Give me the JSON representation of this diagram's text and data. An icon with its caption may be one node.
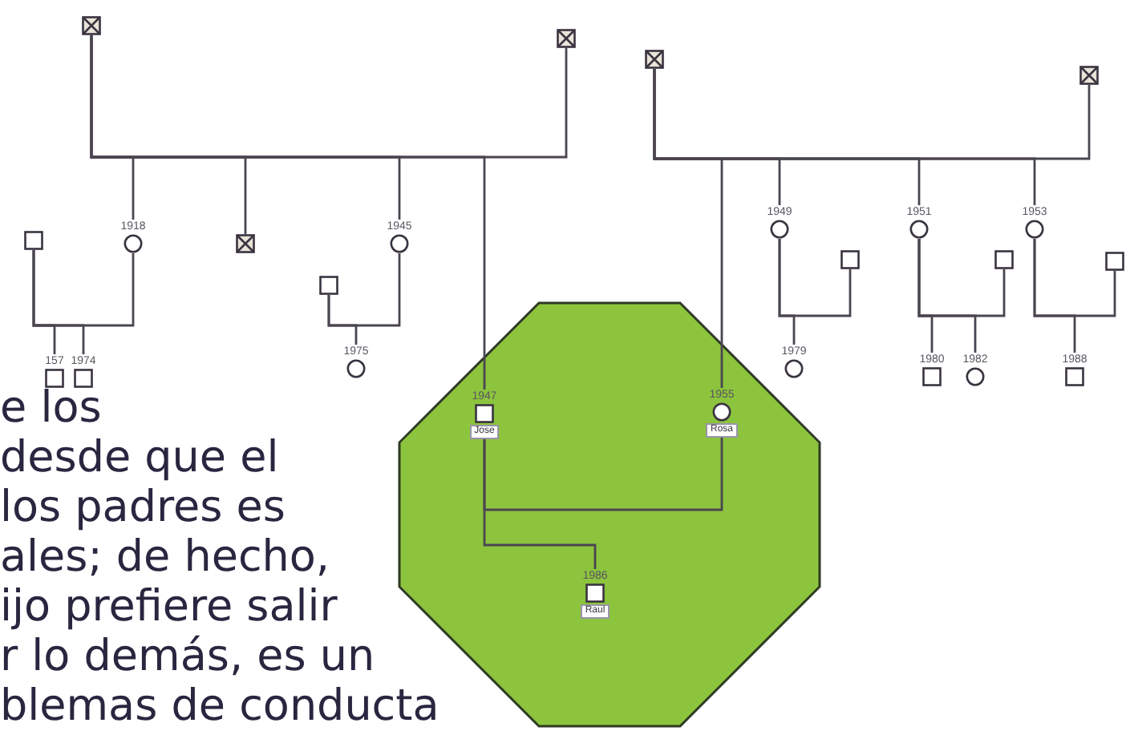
{
  "diagram": {
    "nodes": [
      {
        "text": [],
        "shape": "crossbox"
      },
      {
        "text": [],
        "shape": "crossbox"
      },
      {
        "text": [],
        "shape": "circle",
        "beside": [
          "1918"
        ]
      },
      {
        "text": [],
        "shape": "crossbox"
      },
      {
        "text": [],
        "shape": "circle",
        "beside": [
          "1945"
        ]
      },
      {
        "text": [],
        "shape": "box"
      },
      {
        "text": [],
        "shape": "box",
        "beside": [
          "157"
        ]
      },
      {
        "text": [],
        "shape": "box",
        "beside": [
          "1974"
        ]
      },
      {
        "text": [],
        "shape": "box"
      },
      {
        "text": [],
        "shape": "circle",
        "beside": [
          "1975"
        ]
      },
      {
        "text": [],
        "shape": "crossbox"
      },
      {
        "text": [],
        "shape": "crossbox"
      },
      {
        "text": [],
        "shape": "circle",
        "beside": [
          "1949"
        ]
      },
      {
        "text": [],
        "shape": "circle",
        "beside": [
          "1951"
        ]
      },
      {
        "text": [],
        "shape": "circle",
        "beside": [
          "1953"
        ]
      },
      {
        "text": [],
        "shape": "box"
      },
      {
        "text": [],
        "shape": "box"
      },
      {
        "text": [],
        "shape": "box"
      },
      {
        "text": [],
        "shape": "circle",
        "beside": [
          "1979"
        ]
      },
      {
        "text": [],
        "shape": "box",
        "beside": [
          "1980"
        ]
      },
      {
        "text": [],
        "shape": "circle",
        "beside": [
          "1982"
        ]
      },
      {
        "text": [],
        "shape": "box",
        "beside": [
          "1988"
        ]
      },
      {
        "text": [],
        "shape": "octagon"
      },
      {
        "text": [
          "Jose"
        ],
        "beside": [
          "1947"
        ],
        "in": 22
      },
      {
        "text": [
          "Rosa"
        ],
        "beside": [
          "1955"
        ],
        "in": 22
      },
      {
        "text": [
          "Raul"
        ],
        "beside": [
          "1986"
        ],
        "in": 22
      }
    ],
    "edges": [
      {
        "from": 0,
        "to": 1,
        "arrow": "none"
      },
      {
        "from": 0,
        "to": 2,
        "arrow": "none"
      },
      {
        "from": 0,
        "to": 3,
        "arrow": "none"
      },
      {
        "from": 0,
        "to": 4,
        "arrow": "none"
      },
      {
        "from": 0,
        "to": 23,
        "arrow": "none"
      },
      {
        "from": 5,
        "to": 2,
        "arrow": "none"
      },
      {
        "from": 5,
        "to": 6,
        "arrow": "none"
      },
      {
        "from": 5,
        "to": 7,
        "arrow": "none"
      },
      {
        "from": 8,
        "to": 4,
        "arrow": "none"
      },
      {
        "from": 8,
        "to": 9,
        "arrow": "none"
      },
      {
        "from": 10,
        "to": 11,
        "arrow": "none"
      },
      {
        "from": 10,
        "to": 24,
        "arrow": "none"
      },
      {
        "from": 10,
        "to": 12,
        "arrow": "none"
      },
      {
        "from": 10,
        "to": 13,
        "arrow": "none"
      },
      {
        "from": 10,
        "to": 14,
        "arrow": "none"
      },
      {
        "from": 12,
        "to": 15,
        "arrow": "none"
      },
      {
        "from": 12,
        "to": 18,
        "arrow": "none"
      },
      {
        "from": 13,
        "to": 16,
        "arrow": "none"
      },
      {
        "from": 13,
        "to": 19,
        "arrow": "none"
      },
      {
        "from": 13,
        "to": 20,
        "arrow": "none"
      },
      {
        "from": 14,
        "to": 17,
        "arrow": "none"
      },
      {
        "from": 14,
        "to": 21,
        "arrow": "none"
      },
      {
        "from": 23,
        "to": 24,
        "arrow": "none"
      },
      {
        "from": 23,
        "to": 25,
        "arrow": "none"
      }
    ],
    "labels": [
      "e los",
      "desde que el",
      "los padres es",
      "ales; de hecho,",
      "ijo prefiere salir",
      "r lo demás, es un",
      "blemas de conducta"
    ]
  }
}
